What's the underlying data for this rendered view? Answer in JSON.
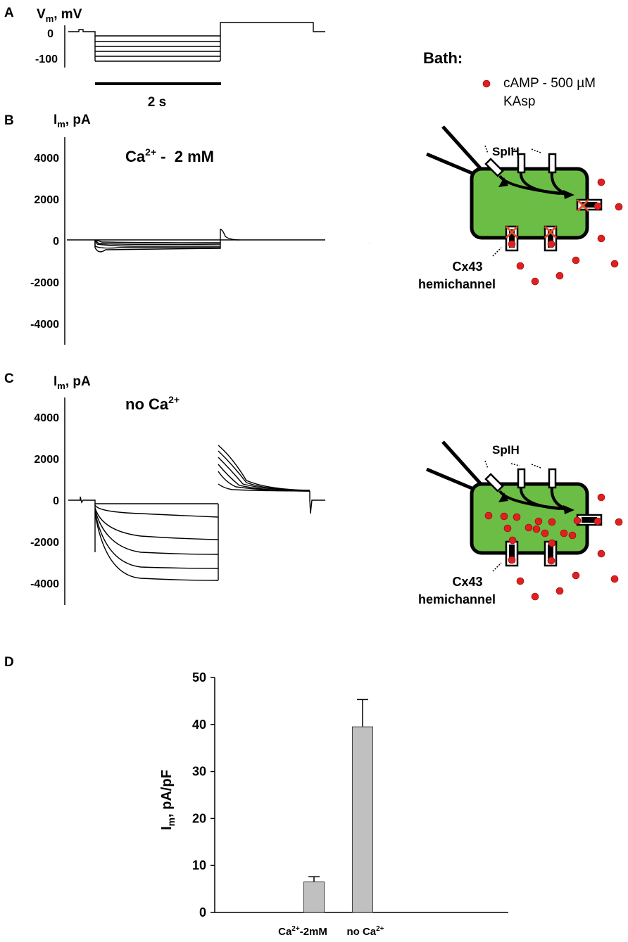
{
  "panels": {
    "A": {
      "letter": "A",
      "ylabel_main": "V",
      "ylabel_sub": "m",
      "ylabel_unit": ", mV",
      "ticks": [
        "0",
        "-100"
      ],
      "scale_bar": "2 s"
    },
    "B": {
      "letter": "B",
      "ylabel_main": "I",
      "ylabel_sub": "m",
      "ylabel_unit": ", pA",
      "condition_main": "Ca",
      "condition_sup": "2+",
      "condition_rest": " -  2 mM",
      "ticks": [
        "4000",
        "2000",
        "0",
        "-2000",
        "-4000"
      ]
    },
    "C": {
      "letter": "C",
      "ylabel_main": "I",
      "ylabel_sub": "m",
      "ylabel_unit": ", pA",
      "condition_main": "no Ca",
      "condition_sup": "2+",
      "ticks": [
        "4000",
        "2000",
        "0",
        "-2000",
        "-4000"
      ]
    },
    "D": {
      "letter": "D"
    }
  },
  "legend": {
    "title": "Bath:",
    "line1": "cAMP  - 500 µM",
    "line2": "KAsp",
    "marker_color": "#e02020"
  },
  "diagrams": {
    "splh_label": "SpIH",
    "cx43_label": "Cx43",
    "hemichannel_label": "hemichannel",
    "cell_color": "#6cbd45"
  },
  "chart_data": {
    "type": "bar",
    "categories": [
      "Ca2+-2mM",
      "no Ca2+"
    ],
    "category_labels": [
      {
        "main": "Ca",
        "sup": "2+",
        "rest": "-2mM"
      },
      {
        "main": "no Ca",
        "sup": "2+",
        "rest": ""
      }
    ],
    "values": [
      6.5,
      39.5
    ],
    "errors": [
      1.1,
      5.8
    ],
    "ylabel_main": "I",
    "ylabel_sub": "m",
    "ylabel_unit": ", pA/pF",
    "ylim": [
      0,
      50
    ],
    "yticks": [
      0,
      10,
      20,
      30,
      40,
      50
    ],
    "bar_color": "#c0c0c0",
    "grid": false
  }
}
